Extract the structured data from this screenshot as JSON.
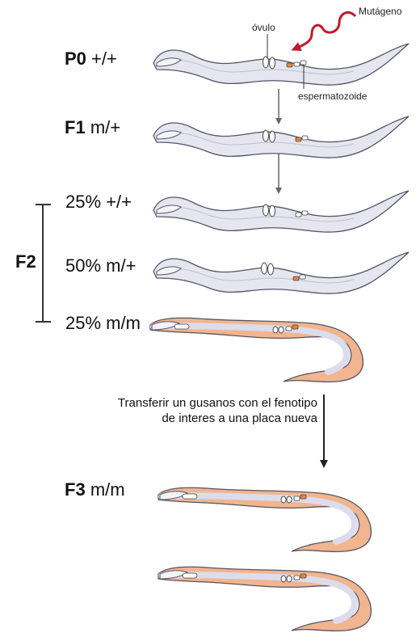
{
  "generations": [
    {
      "id": "p0",
      "label": "P0",
      "genotype": "+/+"
    },
    {
      "id": "f1",
      "label": "F1",
      "genotype": "m/+"
    },
    {
      "id": "f2",
      "label": "F2"
    },
    {
      "id": "f3",
      "label": "F3",
      "genotype": "m/m"
    }
  ],
  "f2_rows": [
    {
      "text": "25% +/+"
    },
    {
      "text": "50% m/+"
    },
    {
      "text": "25% m/m"
    }
  ],
  "annotations": {
    "mutagen": "Mutágeno",
    "oocyte": "óvulo",
    "sperm": "espermatozoide"
  },
  "transfer_note": "Transferir un gusanos con el fenotipo de interes a una placa nueva",
  "colors": {
    "wild_worm_fill": "#e6e6f0",
    "wild_worm_stroke": "#555566",
    "mutant_worm_fill": "#f1b58f",
    "mutant_worm_inner": "#dcdcec",
    "mutagen": "#c4182a",
    "sperm_marked": "#e6843f",
    "arrow": "#666666"
  },
  "icons": {
    "mutagen": "mutagen-squiggle-icon",
    "worm_wild": "worm-wild-type-icon",
    "worm_mutant": "worm-mutant-icon"
  }
}
